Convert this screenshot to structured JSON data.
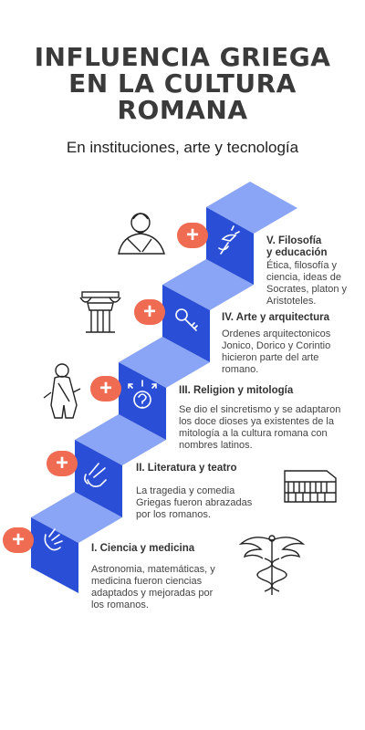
{
  "header": {
    "title_lines": [
      "INFLUENCIA GRIEGA",
      "EN LA CULTURA",
      "ROMANA"
    ],
    "subtitle": "En instituciones, arte y tecnología"
  },
  "steps": [
    {
      "label": "I. Ciencia y medicina",
      "description": [
        "Astronomia, matemáticas, y",
        "medicina fueron ciencias",
        "adaptados y mejoradas por",
        "los romanos."
      ],
      "icon": "hand-icon",
      "decoration": "caduceus-icon"
    },
    {
      "label": "II. Literatura y teatro",
      "description": [
        "La tragedia y comedia",
        "Griegas fueron abrazadas",
        "por los romanos."
      ],
      "icon": "peace-hand-icon",
      "decoration": "colosseum-icon"
    },
    {
      "label": "III. Religion y mitología",
      "description": [
        "Se dio el sincretismo y se adaptaron",
        "los doce dioses ya existentes de la",
        "mitología a la cultura romana con",
        "nombres latinos."
      ],
      "icon": "question-arrows-icon",
      "decoration": "roman-figure-icon"
    },
    {
      "label": "IV. Arte y arquitectura",
      "description": [
        "Ordenes arquitectonicos",
        "Jonico, Dorico y Corintio",
        "hicieron parte del arte",
        "romano."
      ],
      "icon": "key-icon",
      "decoration": "column-capital-icon"
    },
    {
      "label_lines": [
        "V. Filosofía",
        "y educación"
      ],
      "description": [
        "Ética, filosofía y",
        "ciencia, ideas de",
        "Socrates, platon y",
        "Aristoteles."
      ],
      "icon": "torch-icon",
      "decoration": "philosopher-bust-icon"
    }
  ],
  "colors": {
    "step_front": "#2a4fd6",
    "step_top": "#8aa4f6",
    "plus": "#ef6b52"
  }
}
